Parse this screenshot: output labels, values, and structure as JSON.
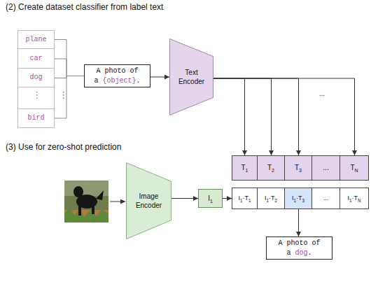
{
  "diagram": {
    "nodes": [
      {
        "text": [
          "plane"
        ]
      },
      {
        "text": [
          "car"
        ]
      },
      {
        "text": [
          "dog"
        ]
      },
      {
        "text": [
          "bird"
        ]
      },
      {
        "text": [
          "A photo of a {object}."
        ]
      },
      {
        "text": [
          "Text Encoder"
        ]
      },
      {
        "text": [
          "T1"
        ]
      },
      {
        "text": [
          "T2"
        ]
      },
      {
        "text": [
          "T3"
        ]
      },
      {
        "text": [
          "..."
        ]
      },
      {
        "text": [
          "TN"
        ]
      },
      {
        "text": [
          "Image Encoder"
        ]
      },
      {
        "text": [
          "I1"
        ]
      },
      {
        "text": [
          "I1·T1"
        ]
      },
      {
        "text": [
          "I1·T2"
        ]
      },
      {
        "text": [
          "I1·T3"
        ]
      },
      {
        "text": [
          "..."
        ]
      },
      {
        "text": [
          "I1·TN"
        ]
      },
      {
        "text": [
          "A photo of a dog."
        ]
      }
    ],
    "edges": [
      {
        "from": 0,
        "to": 4,
        "arrow": "none"
      },
      {
        "from": 1,
        "to": 4,
        "arrow": "none"
      },
      {
        "from": 2,
        "to": 4,
        "arrow": "none"
      },
      {
        "from": 3,
        "to": 4,
        "arrow": "none"
      },
      {
        "from": 4,
        "to": 5,
        "arrow": "to"
      },
      {
        "from": 5,
        "to": 6,
        "arrow": "to"
      },
      {
        "from": 5,
        "to": 7,
        "arrow": "to"
      },
      {
        "from": 5,
        "to": 8,
        "arrow": "to"
      },
      {
        "from": 5,
        "to": 10,
        "arrow": "to"
      },
      {
        "from": 11,
        "to": 12,
        "arrow": "to"
      },
      {
        "from": 12,
        "to": 13,
        "arrow": "to"
      },
      {
        "from": 15,
        "to": 18,
        "arrow": "to"
      }
    ],
    "labels": [
      "(2) Create dataset classifier from label text",
      "⋮",
      "⋮",
      "...",
      "(3) Use for zero-shot prediction"
    ]
  }
}
